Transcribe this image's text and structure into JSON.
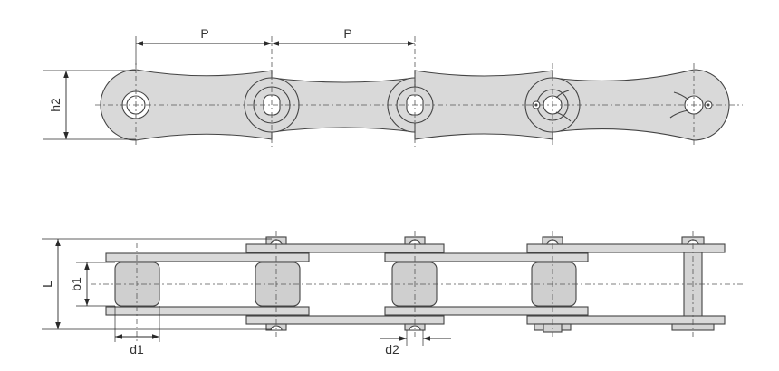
{
  "diagram": {
    "labels": {
      "pitch_1": "P",
      "pitch_2": "P",
      "plate_height": "h2",
      "overall_width": "L",
      "inner_width": "b1",
      "roller_diameter": "d1",
      "pin_diameter": "d2"
    },
    "colors": {
      "plate_fill": "#d9d9d9",
      "roller_fill": "#cfcfcf",
      "outline": "#444444",
      "background": "#ffffff"
    },
    "views": [
      "side-view",
      "top-view"
    ],
    "pin_end_styles": [
      "cotter-pin",
      "cotter-pin",
      "riveted"
    ]
  }
}
